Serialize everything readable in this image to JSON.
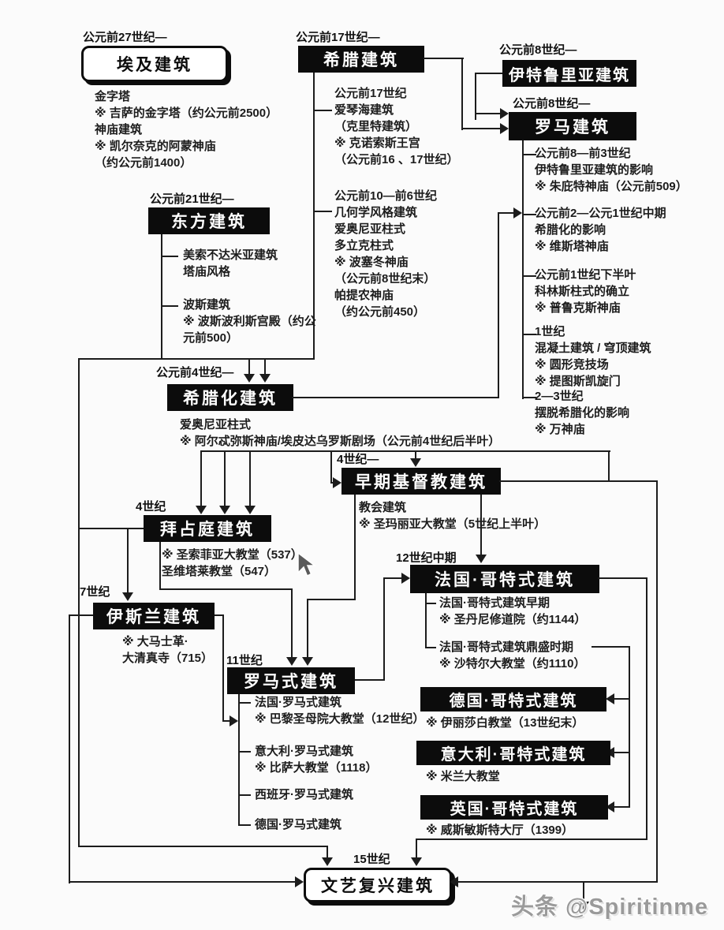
{
  "watermark": "头条 @Spiritinme",
  "nodes": {
    "egypt": {
      "era": "公元前27世纪—",
      "title": "埃及建筑",
      "notes": "金字塔\n※ 吉萨的金字塔（约公元前2500）\n神庙建筑\n※ 凯尔奈克的阿蒙神庙\n（约公元前1400）"
    },
    "greece": {
      "era": "公元前17世纪—",
      "title": "希腊建筑",
      "notes": [
        "公元前17世纪\n爱琴海建筑\n（克里特建筑）\n※ 克诺索斯王宫\n（公元前16 、17世纪）",
        "公元前10—前6世纪\n几何学风格建筑\n爱奥尼亚柱式\n多立克柱式\n※ 波塞冬神庙\n（公元前8世纪末）\n帕提农神庙\n（约公元前450）"
      ]
    },
    "etruscan": {
      "era": "公元前8世纪—",
      "title": "伊特鲁里亚建筑"
    },
    "rome": {
      "era": "公元前8世纪—",
      "title": "罗马建筑",
      "notes": [
        "公元前8—前3世纪\n伊特鲁里亚建筑的影响\n※ 朱庇特神庙（公元前509）",
        "公元前2—公元1世纪中期\n希腊化的影响\n※ 维斯塔神庙",
        "公元前1世纪下半叶\n科林斯柱式的确立\n※ 普鲁克斯神庙",
        "1世纪\n混凝土建筑 / 穹顶建筑\n※ 圆形竞技场\n※ 提图斯凯旋门",
        "2—3世纪\n摆脱希腊化的影响\n※ 万神庙"
      ]
    },
    "orient": {
      "era": "公元前21世纪—",
      "title": "东方建筑",
      "notes": [
        "美索不达米亚建筑\n塔庙风格",
        "波斯建筑\n※ 波斯波利斯宫殿（约公\n元前500）"
      ]
    },
    "hellenistic": {
      "era": "公元前4世纪—",
      "title": "希腊化建筑",
      "notes": "爱奥尼亚柱式\n※ 阿尔忒弥斯神庙/埃皮达乌罗斯剧场（公元前4世纪后半叶）"
    },
    "early_christian": {
      "era": "4世纪—",
      "title": "早期基督教建筑",
      "notes": "教会建筑\n※ 圣玛丽亚大教堂（5世纪上半叶）"
    },
    "byzantine": {
      "era": "4世纪",
      "title": "拜占庭建筑",
      "notes": "※ 圣索菲亚大教堂（537）\n圣维塔莱教堂（547）"
    },
    "islamic": {
      "era": "7世纪",
      "title": "伊斯兰建筑",
      "notes": "※ 大马士革·\n大清真寺（715）"
    },
    "french_gothic": {
      "era": "12世纪中期",
      "title": "法国·哥特式建筑",
      "notes": [
        "法国·哥特式建筑早期\n※ 圣丹尼修道院（约1144）",
        "法国·哥特式建筑鼎盛时期\n※ 沙特尔大教堂（约1110）"
      ]
    },
    "romanesque": {
      "era": "11世纪",
      "title": "罗马式建筑",
      "notes": [
        "法国·罗马式建筑\n※ 巴黎圣母院大教堂（12世纪）",
        "意大利·罗马式建筑\n※ 比萨大教堂（1118）",
        "西班牙·罗马式建筑",
        "德国·罗马式建筑"
      ]
    },
    "german_gothic": {
      "title": "德国·哥特式建筑",
      "notes": "※ 伊丽莎白教堂（13世纪末）"
    },
    "italian_gothic": {
      "title": "意大利·哥特式建筑",
      "notes": "※ 米兰大教堂"
    },
    "english_gothic": {
      "title": "英国·哥特式建筑",
      "notes": "※ 威斯敏斯特大厅（1399）"
    },
    "renaissance": {
      "era": "15世纪",
      "title": "文艺复兴建筑"
    }
  }
}
